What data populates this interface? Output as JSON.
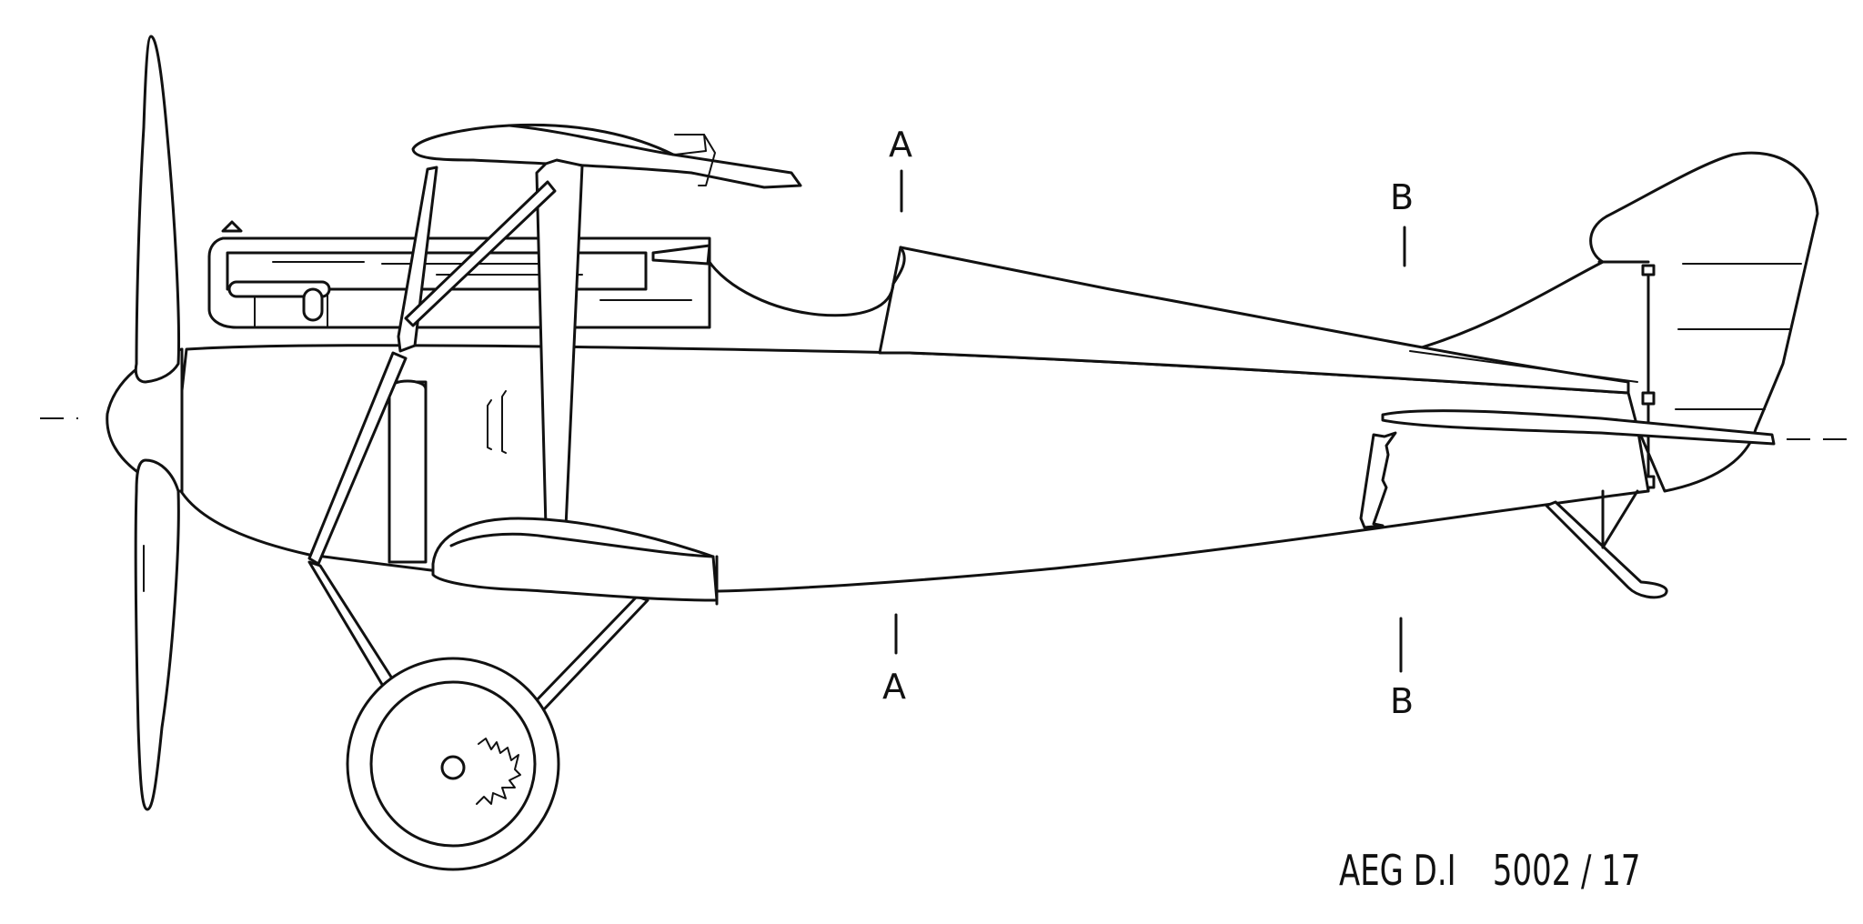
{
  "section_labels": {
    "a_top": "A",
    "a_bottom": "A",
    "b_top": "B",
    "b_bottom": "B"
  },
  "caption": {
    "type": "AEG D.I",
    "serial": "5002 / 17"
  }
}
